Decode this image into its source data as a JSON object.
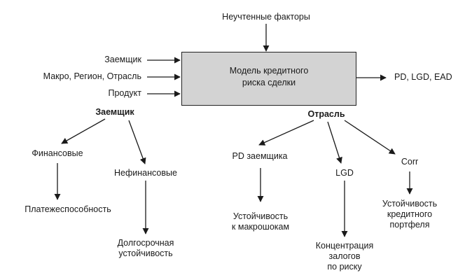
{
  "diagram": {
    "model_box": "Модель кредитного\nриска сделки",
    "top_input": "Неучтенные факторы",
    "inputs": [
      "Заемщик",
      "Макро, Регион, Отрасль",
      "Продукт"
    ],
    "output": "PD, LGD, EAD",
    "borrower": {
      "heading": "Заемщик",
      "financial": "Финансовые",
      "solvency": "Платежеспособность",
      "nonfinancial": "Нефинансовые",
      "longterm": "Долгосрочная\nустойчивость"
    },
    "industry": {
      "heading": "Отрасль",
      "pd": "PD заемщика",
      "pd_child": "Устойчивость\nк макрошокам",
      "lgd": "LGD",
      "lgd_child": "Концентрация\nзалогов\nпо риску",
      "corr": "Corr",
      "corr_child": "Устойчивость\nкредитного\nпортфеля"
    }
  }
}
